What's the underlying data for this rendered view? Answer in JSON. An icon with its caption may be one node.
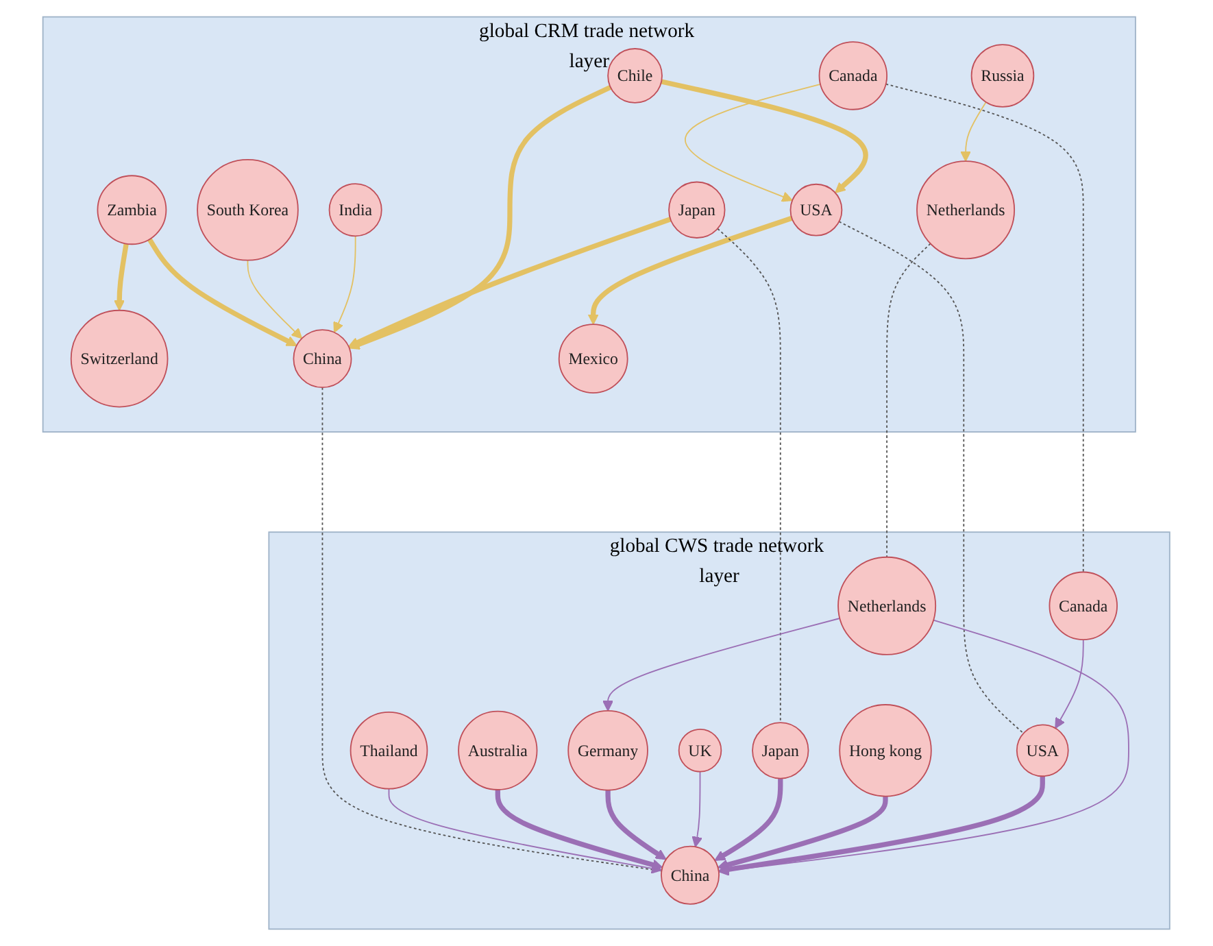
{
  "diagram": {
    "nodes": [
      {
        "text": [
          "global CRM trade network layer"
        ]
      },
      {
        "text": [
          "Switzerland"
        ],
        "in": 0
      },
      {
        "text": [
          "Zambia"
        ],
        "in": 0
      },
      {
        "text": [
          "China"
        ],
        "in": 0
      },
      {
        "text": [
          "South Korea"
        ],
        "in": 0
      },
      {
        "text": [
          "Canada"
        ],
        "in": 0
      },
      {
        "text": [
          "Mexico"
        ],
        "in": 0
      },
      {
        "text": [
          "Russia"
        ],
        "in": 0
      },
      {
        "text": [
          "Netherlands"
        ],
        "in": 0
      },
      {
        "text": [
          "USA"
        ],
        "in": 0
      },
      {
        "text": [
          "Japan"
        ],
        "in": 0
      },
      {
        "text": [
          "Chile"
        ],
        "in": 0
      },
      {
        "text": [
          "India"
        ],
        "in": 0
      },
      {
        "text": [
          "global CWS trade network layer"
        ]
      },
      {
        "text": [
          "Thailand"
        ],
        "in": 13
      },
      {
        "text": [
          "Australia"
        ],
        "in": 13
      },
      {
        "text": [
          "China"
        ],
        "in": 13
      },
      {
        "text": [
          "Germany"
        ],
        "in": 13
      },
      {
        "text": [
          "UK"
        ],
        "in": 13
      },
      {
        "text": [
          "Canada"
        ],
        "in": 13
      },
      {
        "text": [
          "Japan"
        ],
        "in": 13
      },
      {
        "text": [
          "USA"
        ],
        "in": 13
      },
      {
        "text": [
          "Hong kong"
        ],
        "in": 13
      },
      {
        "text": [
          "Netherlands"
        ],
        "in": 13
      }
    ],
    "edges": [
      {
        "from": 2,
        "to": 1,
        "arrow": "to",
        "style": "thick",
        "color": "#e3c163"
      },
      {
        "from": 2,
        "to": 3,
        "arrow": "to",
        "style": "thick",
        "color": "#e3c163"
      },
      {
        "from": 4,
        "to": 3,
        "arrow": "to",
        "color": "#e3c163"
      },
      {
        "from": 5,
        "to": 9,
        "arrow": "to",
        "color": "#e3c163"
      },
      {
        "from": 7,
        "to": 8,
        "arrow": "to",
        "color": "#e3c163"
      },
      {
        "from": 12,
        "to": 3,
        "arrow": "to",
        "color": "#e3c163"
      },
      {
        "from": 10,
        "to": 3,
        "arrow": "to",
        "style": "thick",
        "color": "#e3c163"
      },
      {
        "from": 11,
        "to": 3,
        "arrow": "to",
        "style": "thick",
        "color": "#e3c163"
      },
      {
        "from": 11,
        "to": 9,
        "arrow": "to",
        "style": "thick",
        "color": "#e3c163"
      },
      {
        "from": 9,
        "to": 6,
        "arrow": "to",
        "style": "thick",
        "color": "#e3c163"
      },
      {
        "from": 5,
        "to": 19,
        "arrow": "none",
        "style": "dashed",
        "color": "#555555"
      },
      {
        "from": 8,
        "to": 23,
        "arrow": "none",
        "style": "dashed",
        "color": "#555555"
      },
      {
        "from": 10,
        "to": 20,
        "arrow": "none",
        "style": "dashed",
        "color": "#555555"
      },
      {
        "from": 3,
        "to": 16,
        "arrow": "none",
        "style": "dashed",
        "color": "#555555"
      },
      {
        "from": 9,
        "to": 21,
        "arrow": "none",
        "style": "dashed",
        "color": "#555555"
      },
      {
        "from": 14,
        "to": 16,
        "arrow": "to",
        "color": "#9b6fb5"
      },
      {
        "from": 15,
        "to": 16,
        "arrow": "to",
        "style": "thick",
        "color": "#9b6fb5"
      },
      {
        "from": 17,
        "to": 16,
        "arrow": "to",
        "style": "thick",
        "color": "#9b6fb5"
      },
      {
        "from": 18,
        "to": 16,
        "arrow": "to",
        "color": "#9b6fb5"
      },
      {
        "from": 20,
        "to": 16,
        "arrow": "to",
        "style": "thick",
        "color": "#9b6fb5"
      },
      {
        "from": 22,
        "to": 16,
        "arrow": "to",
        "style": "thick",
        "color": "#9b6fb5"
      },
      {
        "from": 21,
        "to": 16,
        "arrow": "to",
        "style": "thick",
        "color": "#9b6fb5"
      },
      {
        "from": 19,
        "to": 21,
        "arrow": "to",
        "color": "#9b6fb5"
      },
      {
        "from": 23,
        "to": 16,
        "arrow": "to",
        "color": "#9b6fb5"
      },
      {
        "from": 23,
        "to": 17,
        "arrow": "to",
        "color": "#9b6fb5"
      }
    ]
  }
}
